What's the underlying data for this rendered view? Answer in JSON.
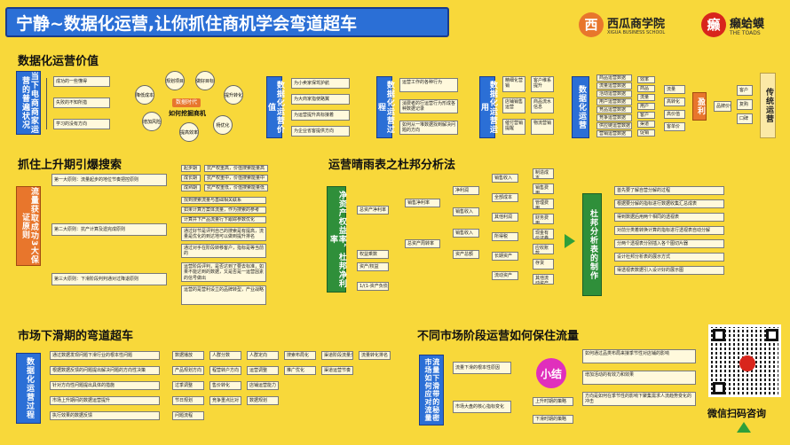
{
  "header": {
    "title": "宁静~数据化运营,让你抓住商机学会弯道超车",
    "logo1_mark": "西",
    "logo1_name": "西瓜商学院",
    "logo1_sub": "XIGUA BUSINESS SCHOOL",
    "logo2_mark": "癞",
    "logo2_name": "癞蛤蟆",
    "logo2_sub": "THE TOADS"
  },
  "sections": {
    "s1": "数据化运营价值",
    "s2": "抓住上升期引爆搜索",
    "s3": "运营晴雨表之杜邦分析法",
    "s4": "市场下滑期的弯道超车",
    "s5": "不同市场阶段运营如何保住流量"
  },
  "s1": {
    "left_box": "当下电商商家运营的普遍状况",
    "items": [
      "成功的一些懂得",
      "失败的不知所措",
      "学习的没有方向"
    ],
    "circles": [
      "降低成本",
      "规划项目",
      "做好目标",
      "提升转化",
      "增加风险",
      "提高效率",
      "杨优化",
      "精准定方"
    ],
    "badge": "数据时代",
    "hub": "如何挖掘商机",
    "box2": "数据化运营价值",
    "list2": [
      "为小卖家保驾护航",
      "为大商家指使路翼",
      "为运营提升高标接着",
      "为企业省客提供方向"
    ],
    "box3": "数据化运营过程",
    "list3": [
      "运营工作的各种行为",
      "消费者的行运营行为形成各种数据记录",
      "如何从一堆数据找到解决问题的方向"
    ],
    "box4": "数据化运营运用",
    "col4a": [
      "精细化营销",
      "店铺销售运营",
      "催付营销提醒"
    ],
    "col4b": [
      "客户维系提升",
      "商品流水信息",
      "物流营销"
    ],
    "box5": "数据化运营",
    "col5a": [
      "商品运营数据",
      "流量运营数据",
      "活动运营数据",
      "用户运营数据",
      "竞品运营数据",
      "竞争运营数据",
      "供应链运营数据",
      "营销运营数据"
    ],
    "col5b": [
      "效率",
      "商品",
      "流量",
      "用户",
      "客户",
      "渠道",
      "促销"
    ],
    "col5c": [
      "流量",
      "高转化",
      "高价值",
      "客单价"
    ],
    "profit": "盈利",
    "col5d": [
      "品牌价值"
    ],
    "col5e": [
      "客户",
      "复购",
      "口碑"
    ],
    "final": "传统运营"
  },
  "s2": {
    "left_box": "流量获取成功3大保证原则",
    "principles": [
      "第一大原则：流量起步的地位节奏把控原则",
      "第二大原则：抗产计算及遗完成原则",
      "第三大原则：下滑阶段判判通对过降退原则"
    ],
    "g1": [
      "起步期",
      "成长期",
      "成熟期"
    ],
    "g1d": [
      "抗产权重高，价值搜索能量高",
      "抗产权重中，价值搜索能量中",
      "抗产权重低，价值搜索能量低"
    ],
    "g2": [
      "找到搜索流量与基础相关联系",
      "如果计算方案体流量，作为搜索的参考",
      "计算并下产品流量行下跟踪参数优化"
    ],
    "g3": [
      "通过好节是评判自己的搜索是有提高，流量是优化的到达地可以做到提升排名",
      "通过对手在阶段转移客户，指标是等当前的"
    ],
    "g4": [
      "运营阶段评判，是否达到了要去标准，如果不能达到的数据，又是否是一运营因素的信号做出",
      "运营的是营利设立的品牌转型，产业战略"
    ]
  },
  "s3": {
    "left_box": "净资产权益率，杜邦净利率",
    "l1": [
      "总资产净利率",
      "权益乘数"
    ],
    "l1b": [
      "资产/权益",
      "1/(1-资产负债率)"
    ],
    "l2": [
      "销售净利率",
      "总资产周转率"
    ],
    "l3": [
      "净利润",
      "销售收入",
      "销售收入",
      "资产总额"
    ],
    "l4": [
      "销售收入",
      "全部成本",
      "其他利润",
      "所得税",
      "长期资产",
      "流动资产"
    ],
    "l5": [
      "制造成本",
      "销售费用",
      "管理费用",
      "财务费用",
      "现金有价证券",
      "应收账款",
      "存货",
      "其他流动资产"
    ],
    "mid_box": "杜邦分析表的制作",
    "steps": [
      "首先要了解自营分解的过程",
      "根据要分解的指标进行数据收集汇总成表",
      "得到数据后用两个相同的透视表",
      "对前分类着转换计算的指标进行透视表自动分解",
      "分两个透视表分别插入各个图切片器",
      "设计杜邦分析表的展示方式",
      "得透视表数据引入设计好的展示图"
    ]
  },
  "s4": {
    "left_box": "数据化运营过程",
    "rows": [
      "通过数据发现问题下滑行业的根本性问题",
      "根据数据反馈的问题提出解决问题的方向性决策",
      "针对方向性问题提出具体的措施",
      "市场上升期间的数据运营提升",
      "执行效果的数据反馈"
    ],
    "c1": [
      "数据播放",
      "人群分数",
      "人群定向",
      "搜索布局化",
      "渠道阶段流量分",
      "流量转化排名"
    ],
    "c2": [
      "产品规划方向",
      "程营转户方向",
      "运营调整",
      "推广优化",
      "渠道运营节奏"
    ],
    "c3": [
      "过季调整",
      "售价转化",
      "店铺运营能力"
    ],
    "c4": [
      "节日规划",
      "竞争重点比对",
      "数据规划"
    ],
    "c5": [
      "问题流程"
    ]
  },
  "s5": {
    "left_box": "流量下滑带的秘密市场如何应对流量",
    "a": [
      "流量下滑的根本性原因",
      "市场大盘的核心指标变化"
    ],
    "b": [
      "上升时期的策略",
      "下滑时期的策略"
    ],
    "summary": "小结",
    "notes": [
      "如何通过品类布局来接季节性对店铺的影响",
      "增加活动的有效力和效果",
      "方向是如何在季节性的影响下聚集需求人流趋势变化的冲击"
    ]
  },
  "qr": {
    "label": "微信扫码咨询"
  }
}
